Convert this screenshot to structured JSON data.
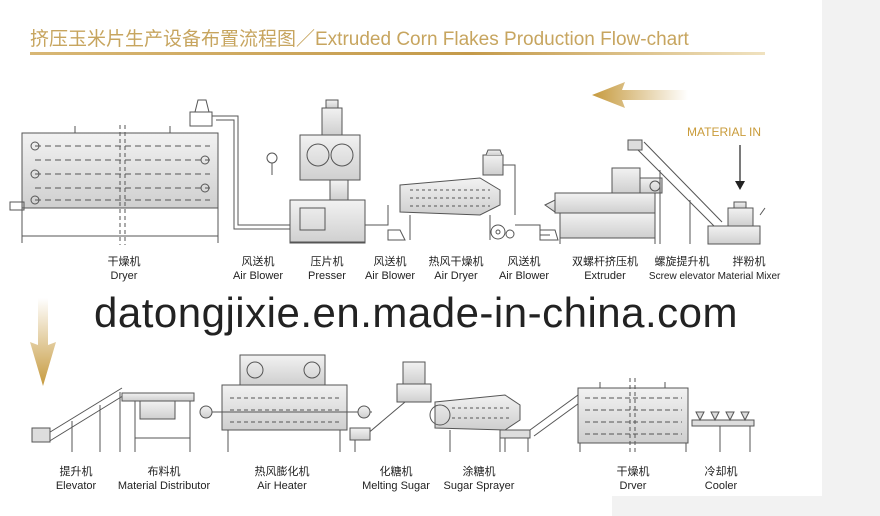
{
  "title": "挤压玉米片生产设备布置流程图／Extruded Corn Flakes Production Flow-chart",
  "watermark": "datongjixie.en.made-in-china.com",
  "material_in": "MATERIAL IN",
  "row1_labels": [
    {
      "cn": "干燥机",
      "en": "Dryer"
    },
    {
      "cn": "风送机",
      "en": "Air Blower"
    },
    {
      "cn": "压片机",
      "en": "Presser"
    },
    {
      "cn": "风送机",
      "en": "Air Blower"
    },
    {
      "cn": "热风干燥机",
      "en": "Air Dryer"
    },
    {
      "cn": "风送机",
      "en": "Air Blower"
    },
    {
      "cn": "双螺杆挤压机",
      "en": "Extruder"
    },
    {
      "cn": "螺旋提升机",
      "en": "Screw elevator"
    },
    {
      "cn": "拌粉机",
      "en": "Material Mixer"
    }
  ],
  "row2_labels": [
    {
      "cn": "提升机",
      "en": "Elevator"
    },
    {
      "cn": "布料机",
      "en": "Material Distributor"
    },
    {
      "cn": "热风膨化机",
      "en": "Air Heater"
    },
    {
      "cn": "化糖机",
      "en": "Melting Sugar"
    },
    {
      "cn": "涂糖机",
      "en": "Sugar Sprayer"
    },
    {
      "cn": "干燥机",
      "en": "Drver"
    },
    {
      "cn": "冷却机",
      "en": "Cooler"
    }
  ],
  "colors": {
    "title": "#c7a55f",
    "arrow": "#c9a24e",
    "machine_stroke": "#555555",
    "machine_fill": "#e4e4e4"
  }
}
